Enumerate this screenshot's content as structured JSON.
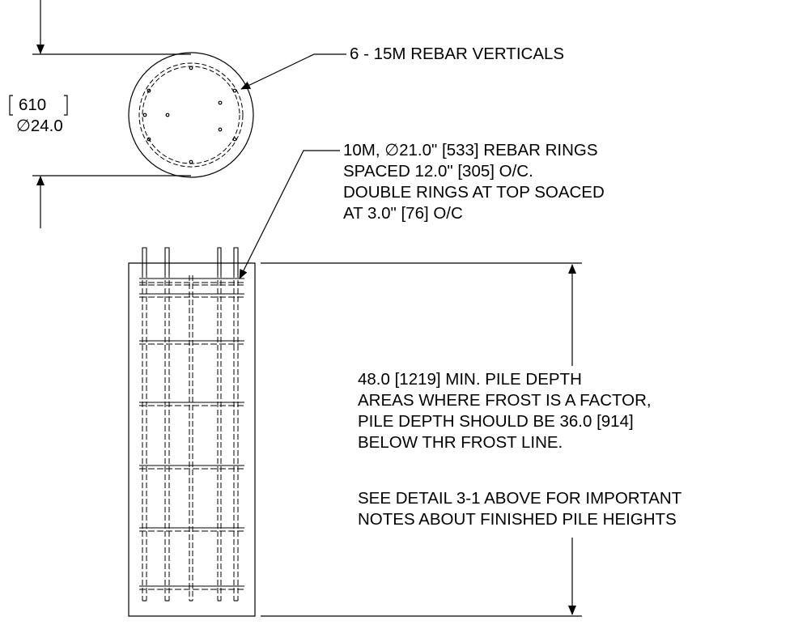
{
  "diameter_dimension": {
    "metric": "610",
    "imperial": "24.0",
    "diameter_symbol": "∅"
  },
  "vertical_rebar_note": {
    "text": "6 - 15M REBAR VERTICALS"
  },
  "ring_note": {
    "lines": [
      "10M, ∅21.0\" [533] REBAR RINGS",
      "SPACED 12.0\" [305] O/C.",
      "DOUBLE RINGS AT TOP SOACED",
      "AT 3.0\" [76] O/C"
    ]
  },
  "depth_note": {
    "lines": [
      "48.0 [1219] MIN. PILE DEPTH",
      "AREAS WHERE FROST IS A FACTOR,",
      "PILE DEPTH SHOULD BE 36.0 [914]",
      "BELOW THR FROST LINE."
    ]
  },
  "detail_note": {
    "lines": [
      "SEE DETAIL 3-1 ABOVE FOR IMPORTANT",
      "NOTES ABOUT FINISHED PILE HEIGHTS"
    ]
  },
  "colors": {
    "line": "#000000",
    "background": "#ffffff"
  }
}
